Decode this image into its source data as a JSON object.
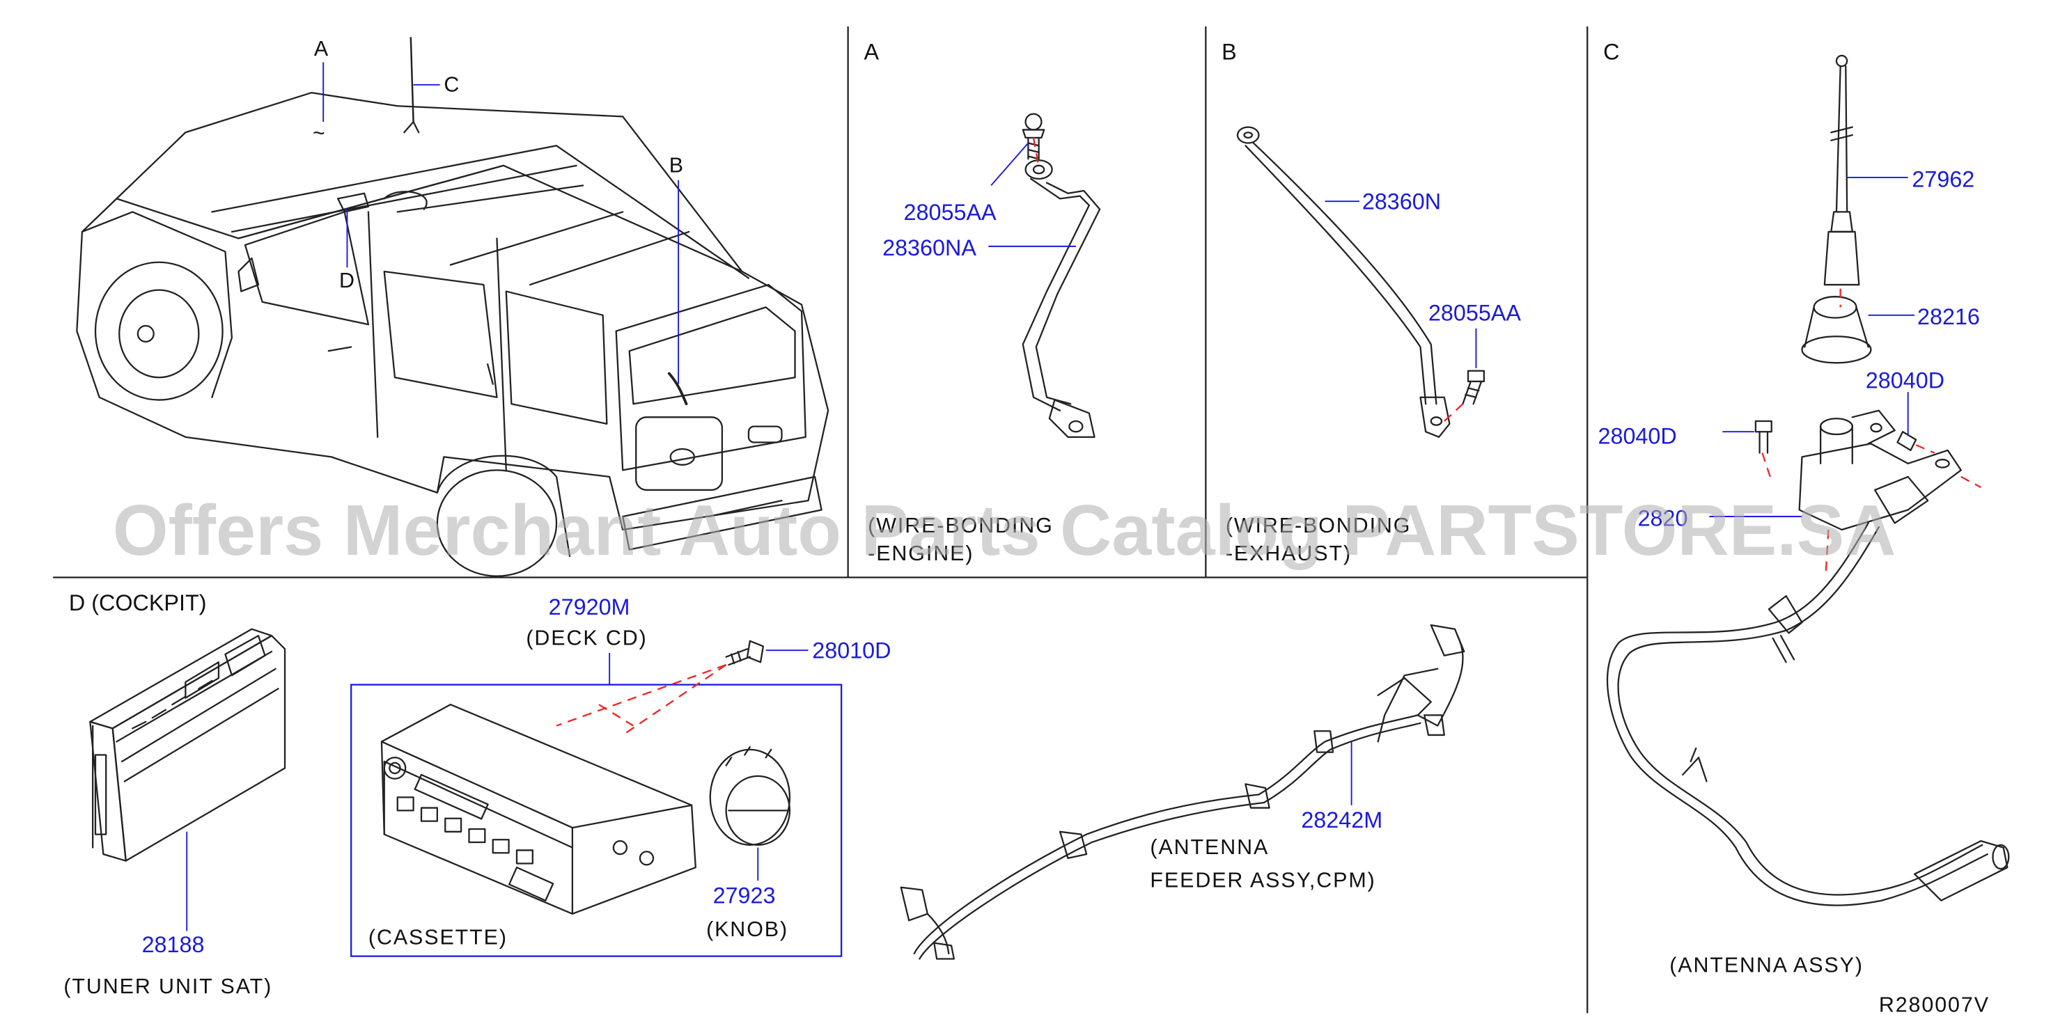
{
  "sections": {
    "a_letter": "A",
    "b_letter": "B",
    "c_letter": "C",
    "d_title": "D   (COCKPIT)"
  },
  "overview": {
    "callout_a": "A",
    "callout_b": "B",
    "callout_c": "C",
    "callout_d": "D",
    "tilde": "~"
  },
  "parts": {
    "p28055AA_a": "28055AA",
    "p28360NA": "28360NA",
    "p28360N": "28360N",
    "p28055AA_b": "28055AA",
    "p27962": "27962",
    "p28216": "28216",
    "p28040D_r": "28040D",
    "p28040D_l": "28040D",
    "p28200": "2820",
    "p27920M": "27920M",
    "p28010D": "28010D",
    "p28242M": "28242M",
    "p27923": "27923",
    "p28188": "28188"
  },
  "captions": {
    "wire_engine_1": "(WIRE-BONDING",
    "wire_engine_2": "-ENGINE)",
    "wire_exhaust_1": "(WIRE-BONDING",
    "wire_exhaust_2": "-EXHAUST)",
    "deck_cd": "(DECK   CD)",
    "cassette": "(CASSETTE)",
    "knob": "(KNOB)",
    "tuner": "(TUNER   UNIT   SAT)",
    "feeder_1": "(ANTENNA",
    "feeder_2": "FEEDER   ASSY,CPM)",
    "antenna_assy": "(ANTENNA   ASSY)"
  },
  "figure_code": "R280007V",
  "watermark": "Offers Merchant Auto Parts Catalog PARTSTORE.SA",
  "colors": {
    "part_number": "#1a1adc",
    "line": "#222222",
    "dashed_hint": "#ee2222",
    "watermark": "#afafaf"
  }
}
